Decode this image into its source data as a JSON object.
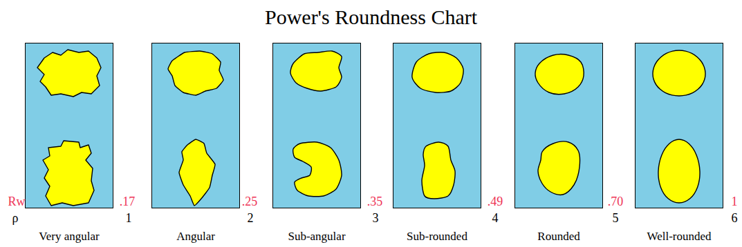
{
  "diagram": {
    "title": "Power's Roundness Chart",
    "nodes": [
      {
        "text": [
          "Very angular"
        ]
      },
      {
        "text": [
          "Angular"
        ]
      },
      {
        "text": [
          "Sub-angular"
        ]
      },
      {
        "text": [
          "Sub-rounded"
        ]
      },
      {
        "text": [
          "Rounded"
        ]
      },
      {
        "text": [
          "Well-rounded"
        ]
      }
    ],
    "labels": [
      "Rw",
      "ρ",
      ".17",
      "1",
      ".25",
      "2",
      ".35",
      "3",
      ".49",
      "4",
      ".70",
      "5",
      "1",
      "6"
    ]
  }
}
